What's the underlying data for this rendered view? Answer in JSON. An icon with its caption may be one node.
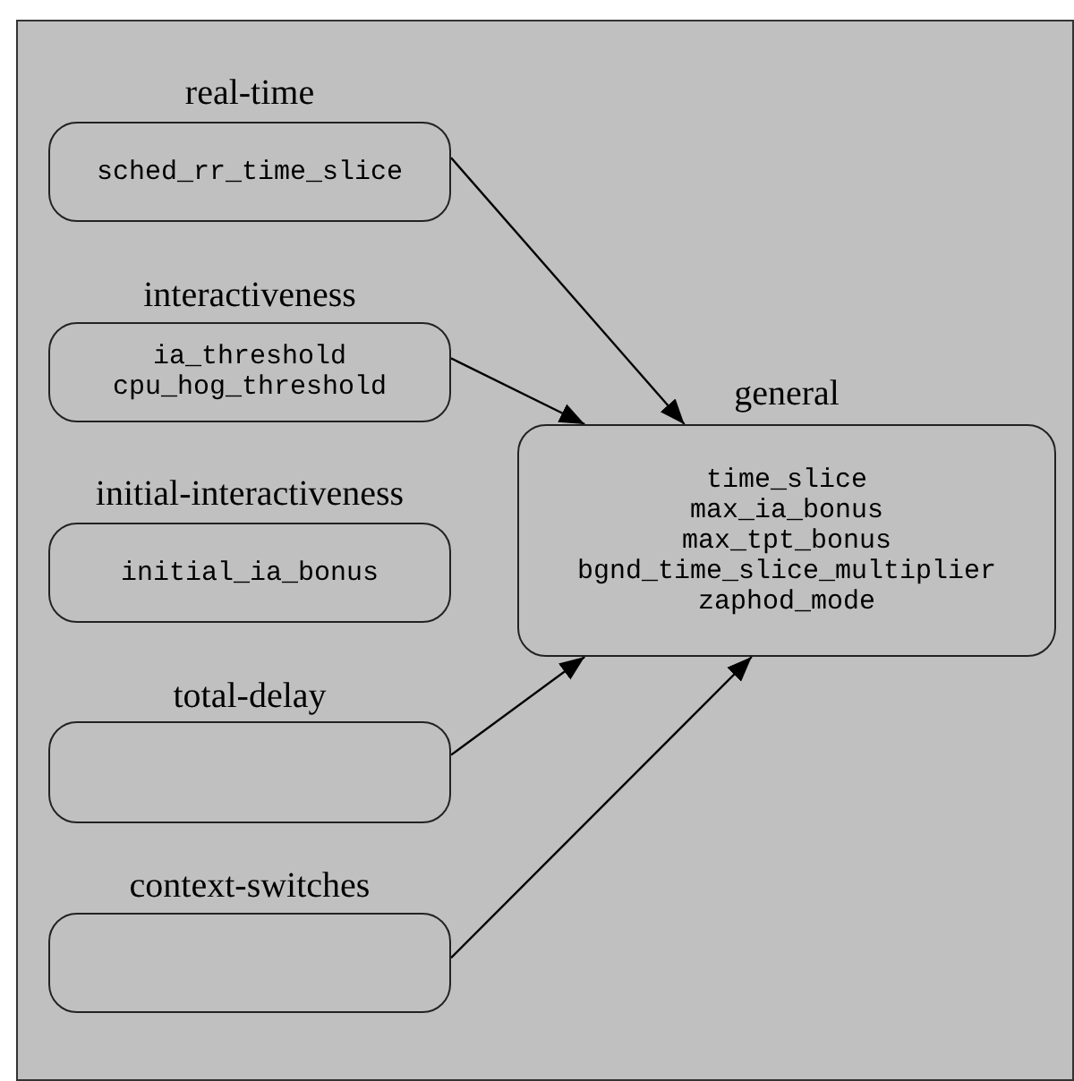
{
  "diagram": {
    "nodes": [
      {
        "text": [
          "real-time",
          "sched_rr_time_slice"
        ]
      },
      {
        "text": [
          "interactiveness",
          "ia_threshold",
          "cpu_hog_threshold"
        ]
      },
      {
        "text": [
          "initial-interactiveness",
          "initial_ia_bonus"
        ]
      },
      {
        "text": [
          "total-delay"
        ]
      },
      {
        "text": [
          "context-switches"
        ]
      },
      {
        "text": [
          "general",
          "time_slice",
          "max_ia_bonus",
          "max_tpt_bonus",
          "bgnd_time_slice_multiplier",
          "zaphod_mode"
        ]
      }
    ],
    "edges": [
      {
        "from": 0,
        "to": 5,
        "arrow": "to"
      },
      {
        "from": 1,
        "to": 5,
        "arrow": "to"
      },
      {
        "from": 3,
        "to": 5,
        "arrow": "to"
      },
      {
        "from": 4,
        "to": 5,
        "arrow": "to"
      }
    ]
  }
}
